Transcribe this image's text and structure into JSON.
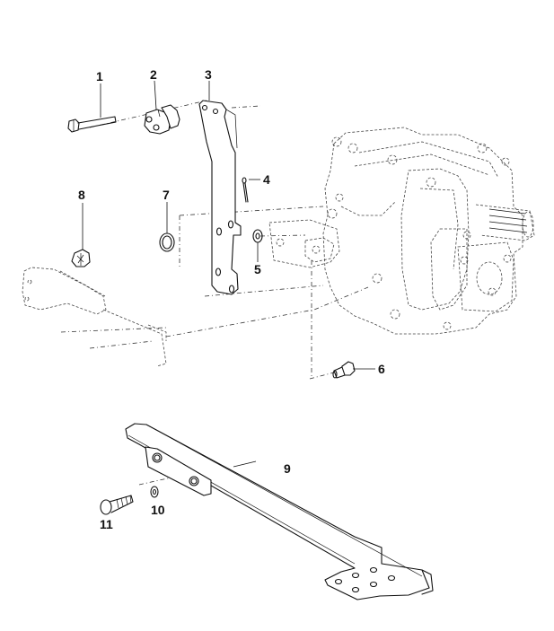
{
  "diagram": {
    "title": "Gear selector linkage and bracket assembly",
    "callouts": [
      {
        "id": "1",
        "label": "1",
        "part": "bolt"
      },
      {
        "id": "2",
        "label": "2",
        "part": "clevis-joint"
      },
      {
        "id": "3",
        "label": "3",
        "part": "selector-lever"
      },
      {
        "id": "4",
        "label": "4",
        "part": "split-pin"
      },
      {
        "id": "5",
        "label": "5",
        "part": "washer"
      },
      {
        "id": "6",
        "label": "6",
        "part": "plug"
      },
      {
        "id": "7",
        "label": "7",
        "part": "washer"
      },
      {
        "id": "8",
        "label": "8",
        "part": "lock-nut"
      },
      {
        "id": "9",
        "label": "9",
        "part": "mounting-bracket"
      },
      {
        "id": "10",
        "label": "10",
        "part": "washer"
      },
      {
        "id": "11",
        "label": "11",
        "part": "bolt"
      }
    ],
    "colors": {
      "line": "#111111",
      "background": "#ffffff"
    }
  }
}
